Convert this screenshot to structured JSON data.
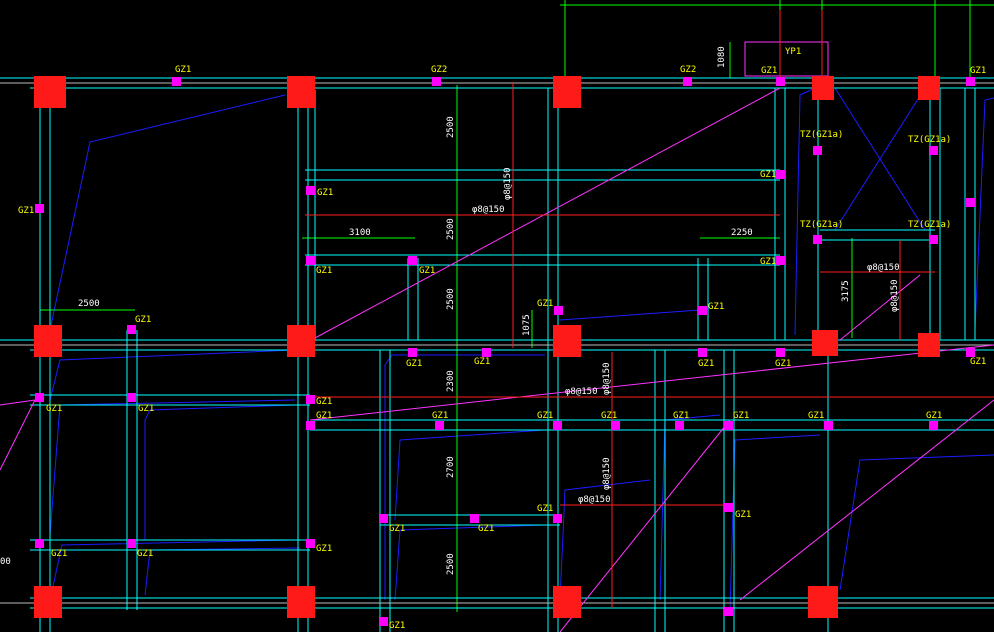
{
  "colors": {
    "background": "#000000",
    "wall": "#00ffff",
    "column": "#ff1a1a",
    "gz": "#ff00ff",
    "beam": "#1c1cff",
    "dimension": "#00ff00",
    "rebar": "#ff2020",
    "diag": "#ff33ff",
    "label": "#ffff00",
    "dimtext": "#ffffff"
  },
  "labels": {
    "gz1": "GZ1",
    "gz2": "GZ2",
    "tz": "TZ(GZ1a)",
    "tz_top": "YP1"
  },
  "dimensions": {
    "d2500_a": "2500",
    "d2500_b": "2500",
    "d2500_c": "2500",
    "d2500_left": "2500",
    "d2500_bottom": "2500",
    "d3100": "3100",
    "d2250": "2250",
    "d1075": "1075",
    "d3175": "3175",
    "d2300": "2300",
    "d2700": "2700",
    "d1080": "1080",
    "d00": "00"
  },
  "rebar_notes": {
    "r1": "φ8@150",
    "r2": "φ8@150",
    "r3": "φ8@150",
    "r4": "φ8@150",
    "r5": "φ8@150",
    "r6": "φ8@150",
    "r7": "φ8@150",
    "r8": "φ8@150"
  }
}
